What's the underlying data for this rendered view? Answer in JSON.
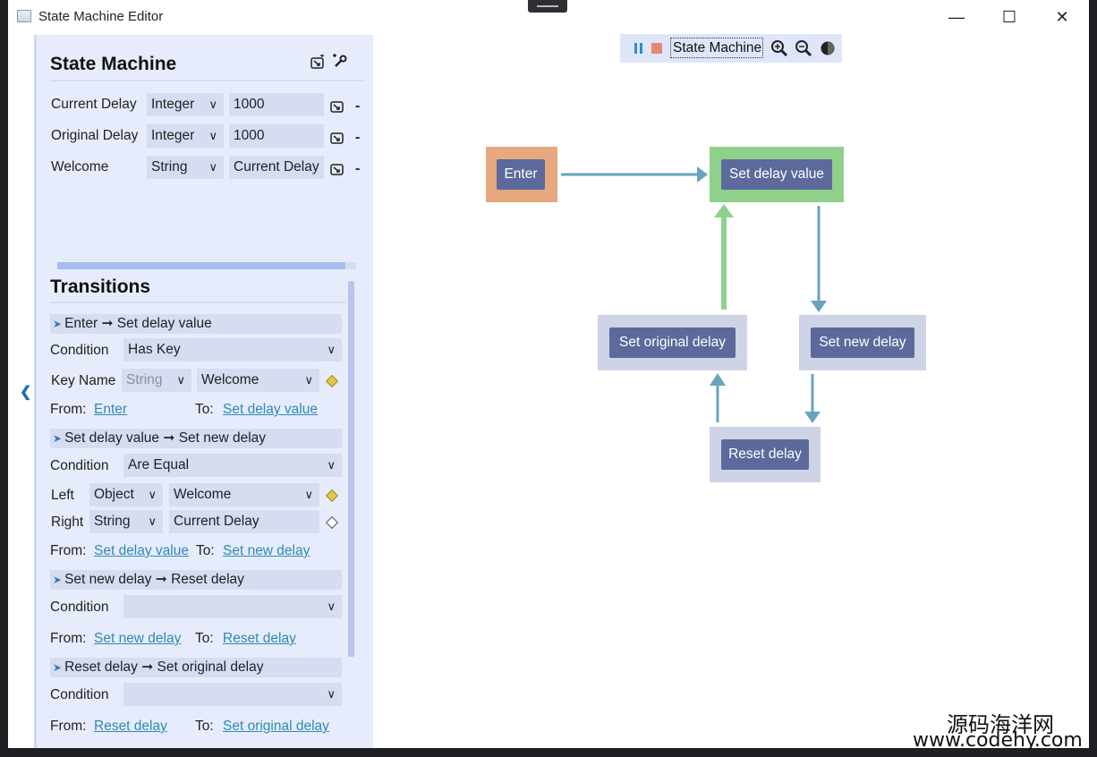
{
  "window": {
    "title": "State Machine Editor",
    "minimize_glyph": "—",
    "maximize_glyph": "☐",
    "close_glyph": "✕"
  },
  "state_machine": {
    "heading": "State Machine",
    "variables": [
      {
        "name": "Current Delay",
        "type": "Integer",
        "value": "1000"
      },
      {
        "name": "Original Delay",
        "type": "Integer",
        "value": "1000"
      },
      {
        "name": "Welcome",
        "type": "String",
        "value": "Current Delay"
      }
    ],
    "minus_glyph": "-"
  },
  "transitions": {
    "heading": "Transitions",
    "items": [
      {
        "header_from": "Enter",
        "header_to": "Set delay value",
        "condition_label": "Condition",
        "condition": "Has Key",
        "key_label": "Key Name",
        "key_type": "String",
        "key_value": "Welcome",
        "from_label": "From:",
        "from": "Enter",
        "to_label": "To:",
        "to": "Set delay value"
      },
      {
        "header_from": "Set delay value",
        "header_to": "Set new delay",
        "condition_label": "Condition",
        "condition": "Are Equal",
        "left_label": "Left",
        "left_type": "Object",
        "left_value": "Welcome",
        "right_label": "Right",
        "right_type": "String",
        "right_value": "Current Delay",
        "from_label": "From:",
        "from": "Set delay value",
        "to_label": "To:",
        "to": "Set new delay"
      },
      {
        "header_from": "Set new delay",
        "header_to": "Reset delay",
        "condition_label": "Condition",
        "condition": "",
        "from_label": "From:",
        "from": "Set new delay",
        "to_label": "To:",
        "to": "Reset delay"
      },
      {
        "header_from": "Reset delay",
        "header_to": "Set original delay",
        "condition_label": "Condition",
        "condition": "",
        "from_label": "From:",
        "from": "Reset delay",
        "to_label": "To:",
        "to": "Set original delay"
      }
    ],
    "arrow_glyph": "➞"
  },
  "toolbar": {
    "machine_label": "State Machine"
  },
  "graph": {
    "nodes": [
      {
        "id": "enter",
        "label": "Enter",
        "frame_color": "#e6a87c"
      },
      {
        "id": "set_delay_value",
        "label": "Set delay value",
        "frame_color": "#8fd18a"
      },
      {
        "id": "set_original_delay",
        "label": "Set original delay",
        "frame_color": "#cfd3e6"
      },
      {
        "id": "set_new_delay",
        "label": "Set new delay",
        "frame_color": "#cfd3e6"
      },
      {
        "id": "reset_delay",
        "label": "Reset delay",
        "frame_color": "#cfd3e6"
      }
    ],
    "node_inner_color": "#5c6a9b",
    "edge_color": "#6aa3bd",
    "active_edge_color": "#8fd18a"
  },
  "colors": {
    "panel_bg": "#e6ecfb",
    "field_bg": "#d6ddf1",
    "link": "#2f8ab1",
    "key_diamond": "#e3c64a"
  },
  "watermark": {
    "line1": "源码海洋网",
    "line2": "www.codehy.com"
  }
}
